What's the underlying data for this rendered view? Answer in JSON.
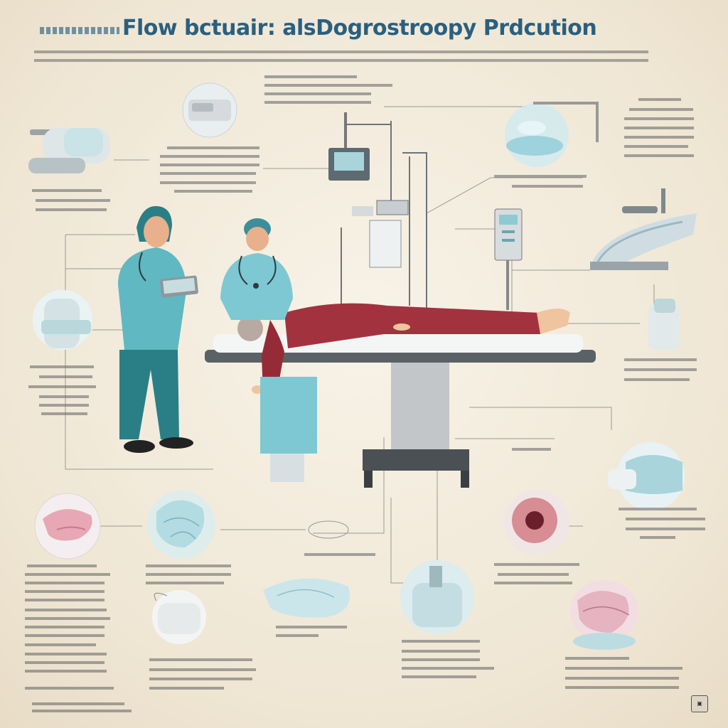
{
  "poster": {
    "title": "Flow bctuair: alsDogrostroopy Prdcution",
    "title_prefix_glyph": "scribble-text",
    "subtitle": "",
    "colors": {
      "background": "#efe6d4",
      "scrub_teal": "#5fb8c2",
      "pants_dark_teal": "#2a7f86",
      "patient_maroon": "#a3323f",
      "title_blue": "#2b5f7e",
      "equipment_gray": "#b8bcc0"
    }
  },
  "figures": [
    {
      "name": "nurse-standing-with-tablet",
      "scrubs": "teal",
      "holding": "tablet"
    },
    {
      "name": "nurse-at-head-of-table",
      "scrubs": "light-teal"
    },
    {
      "name": "patient-lying-on-table",
      "clothing": "maroon"
    }
  ],
  "equipment": [
    "surgical-table",
    "iv-stand",
    "monitor",
    "infusion-pump",
    "overhead-lamp",
    "scope-device",
    "suction-unit"
  ],
  "vignettes": [
    "device-top-left",
    "device-top-center",
    "bowl-top-right",
    "lamp-right",
    "device-left-mid",
    "device-right-mid",
    "organ-bottom-left",
    "stomach-bottom-left",
    "tissue-bottom-right",
    "organ-bottom-right",
    "device-bottom-right",
    "bag-bottom-center",
    "machine-bottom-left",
    "jar-bottom-center"
  ],
  "icons": {
    "seal": "seal-icon"
  }
}
